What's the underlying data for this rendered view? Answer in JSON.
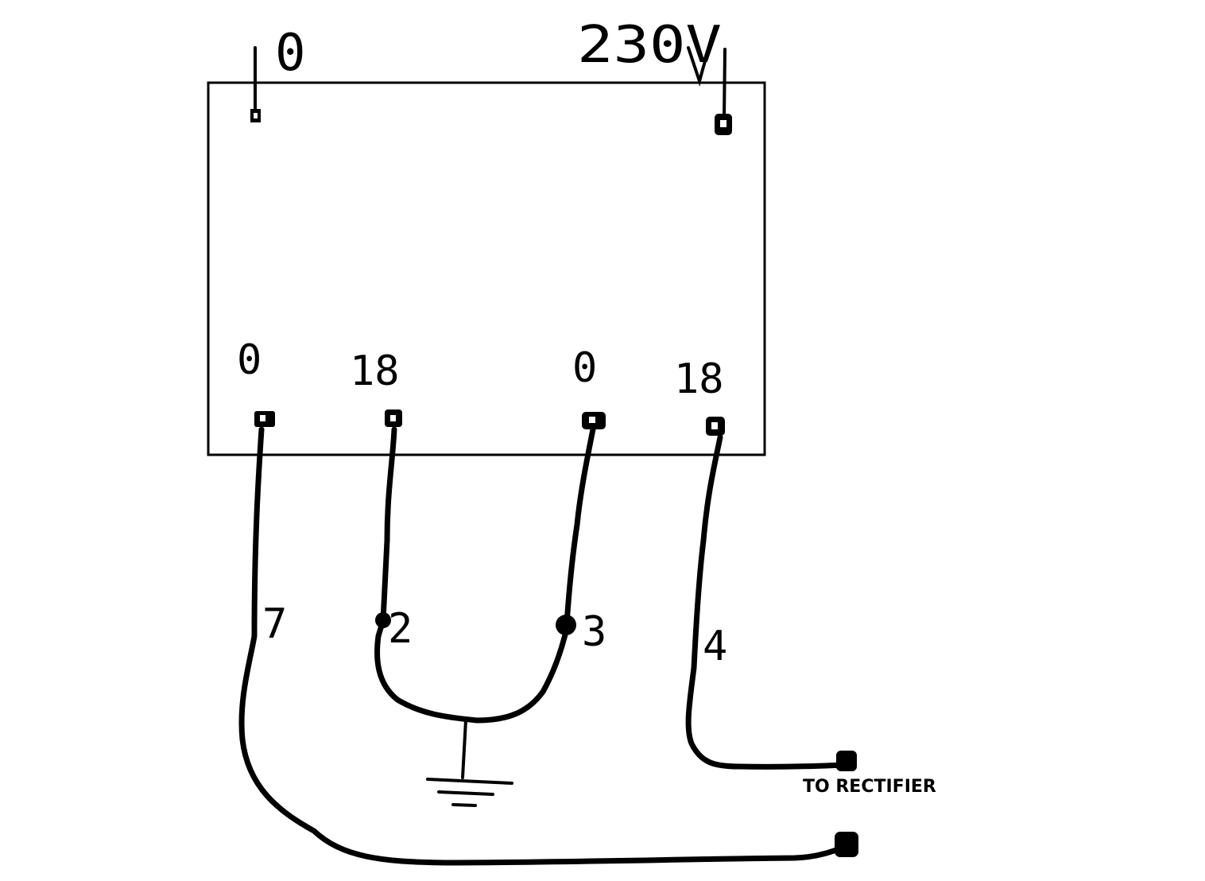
{
  "colors": {
    "ink": "#000000",
    "background": "#ffffff"
  },
  "primary": {
    "left_label": "0",
    "right_label": "230V"
  },
  "secondary": {
    "taps": [
      "0",
      "18",
      "0",
      "18"
    ]
  },
  "wires": {
    "labels": [
      "7",
      "2",
      "3",
      "4"
    ]
  },
  "output": {
    "note": "TO RECTIFIER"
  },
  "symbols": {
    "ground": "ground-icon"
  }
}
